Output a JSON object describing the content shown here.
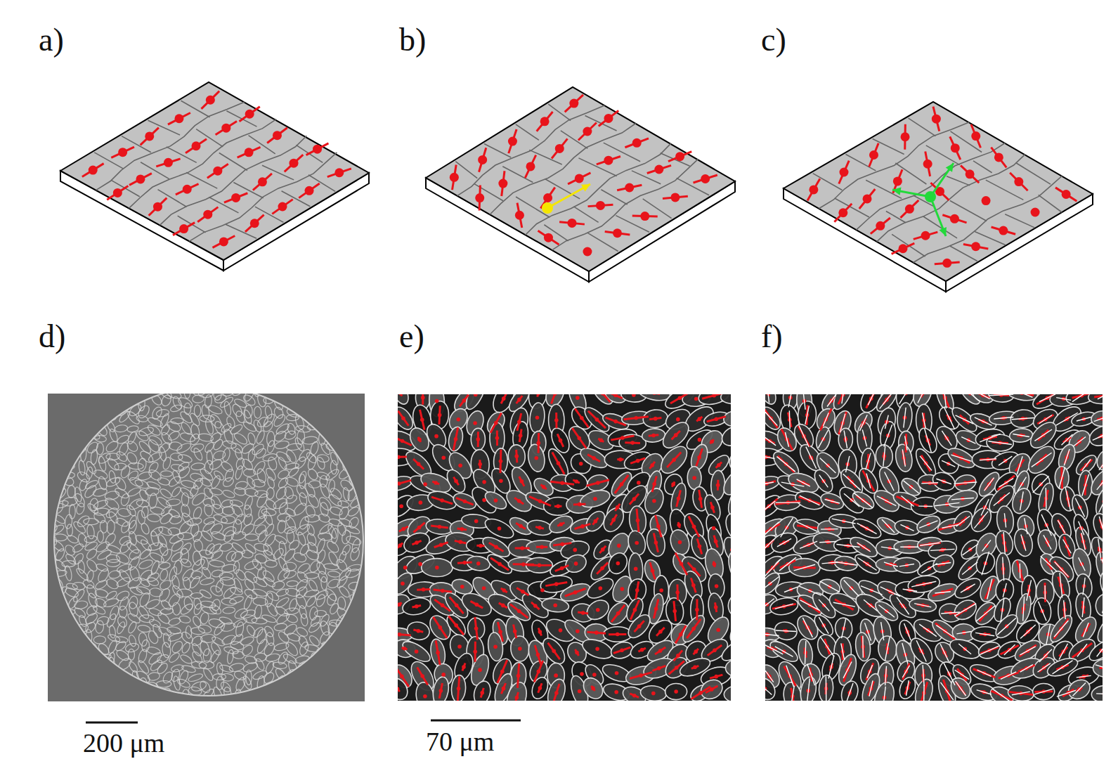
{
  "diagram": {
    "labels": [
      "a)",
      "b)",
      "c)",
      "d)",
      "e)",
      "f)",
      "200 μm",
      "70 μm"
    ]
  }
}
